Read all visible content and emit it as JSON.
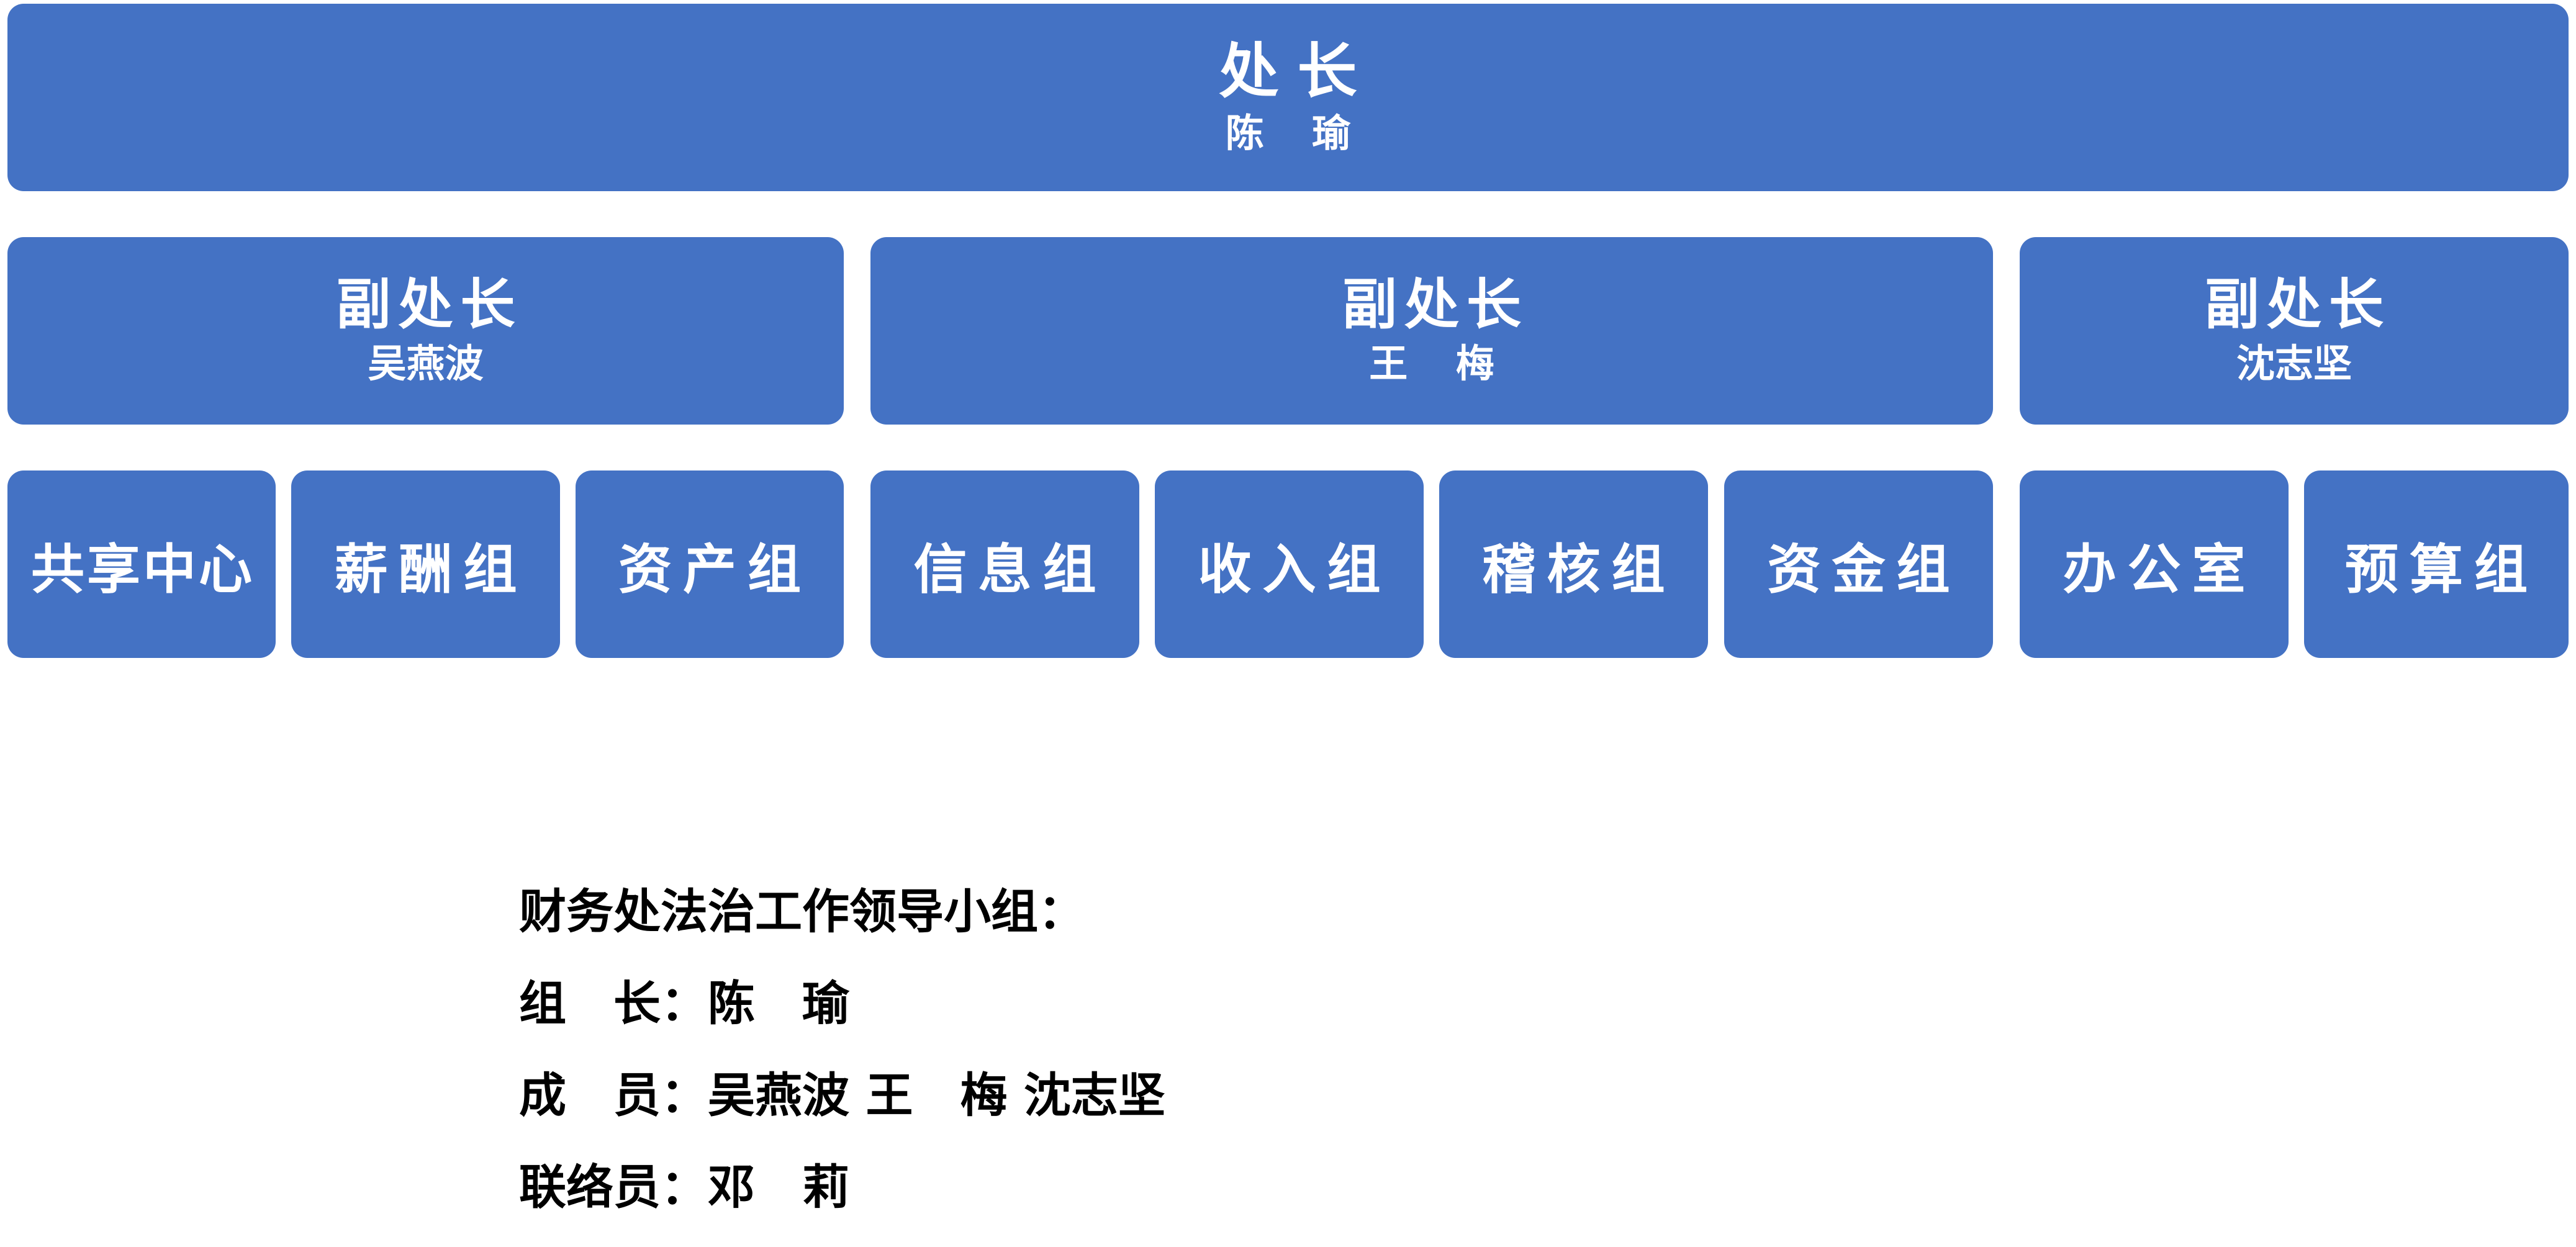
{
  "head": {
    "title": "处长",
    "name": "陈 瑜"
  },
  "deputies": [
    {
      "title": "副处长",
      "name": "吴燕波",
      "groups": [
        "共享中心",
        "薪酬组",
        "资产组"
      ]
    },
    {
      "title": "副处长",
      "name": "王 梅",
      "groups": [
        "信息组",
        "收入组",
        "稽核组",
        "资金组"
      ]
    },
    {
      "title": "副处长",
      "name": "沈志坚",
      "groups": [
        "办公室",
        "预算组"
      ]
    }
  ],
  "leadership_group": {
    "heading": "财务处法治工作领导小组：",
    "leader": "组　长：陈　瑜",
    "members": "成　员：吴燕波 王　梅 沈志坚",
    "liaison": "联络员：邓　莉"
  },
  "colors": {
    "box_fill": "#4472c4",
    "box_text": "#ffffff",
    "body_text": "#000000"
  }
}
